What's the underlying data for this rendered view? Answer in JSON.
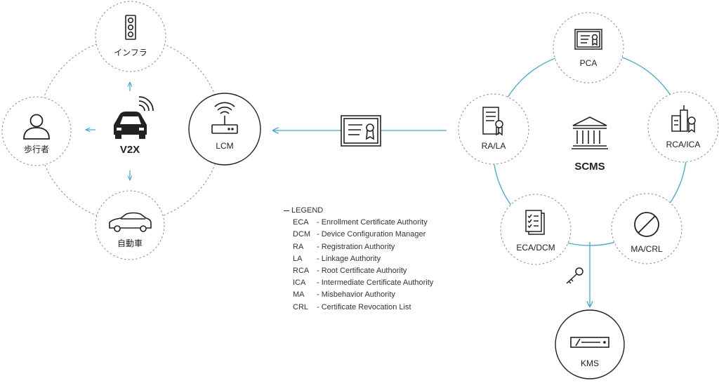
{
  "colors": {
    "line": "#3aa9dd",
    "stroke": "#222222",
    "dash": "#8a8a8a"
  },
  "v2x": {
    "hub_label": "V2X",
    "nodes": {
      "infra": {
        "label": "インフラ",
        "icon": "traffic-light-icon"
      },
      "pedestrian": {
        "label": "歩行者",
        "icon": "person-icon"
      },
      "vehicle": {
        "label": "自動車",
        "icon": "car-icon"
      },
      "lcm": {
        "label": "LCM",
        "icon": "router-icon"
      }
    }
  },
  "certificate_icon": "certificate-icon",
  "scms": {
    "hub_label": "SCMS",
    "nodes": {
      "pca": {
        "label": "PCA",
        "icon": "certificate-icon"
      },
      "ra_la": {
        "label": "RA/LA",
        "icon": "document-badge-icon"
      },
      "rca_ica": {
        "label": "RCA/ICA",
        "icon": "building-badge-icon"
      },
      "ma_crl": {
        "label": "MA/CRL",
        "icon": "prohibit-icon"
      },
      "eca_dcm": {
        "label": "ECA/DCM",
        "icon": "checklist-icon"
      }
    }
  },
  "kms": {
    "label": "KMS",
    "icon": "key-icon"
  },
  "legend": {
    "title": "LEGEND",
    "items": [
      {
        "abbr": "ECA",
        "desc": "- Enrollment Certificate Authority"
      },
      {
        "abbr": "DCM",
        "desc": "- Device Configuration Manager"
      },
      {
        "abbr": "RA",
        "desc": "- Registration Authority"
      },
      {
        "abbr": "LA",
        "desc": "- Linkage Authority"
      },
      {
        "abbr": "RCA",
        "desc": "- Root Certificate Authority"
      },
      {
        "abbr": "ICA",
        "desc": "- Intermediate Certificate Authority"
      },
      {
        "abbr": "MA",
        "desc": "- Misbehavior Authority"
      },
      {
        "abbr": "CRL",
        "desc": "- Certificate Revocation List"
      }
    ]
  }
}
